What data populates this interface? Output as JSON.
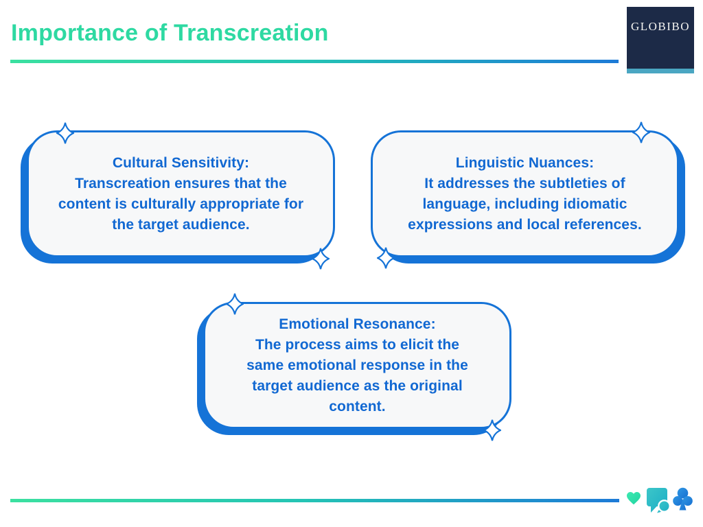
{
  "slide": {
    "title": "Importance of Transcreation",
    "logo": {
      "text": "GLOBIBO"
    },
    "cards": [
      {
        "id": "cultural-sensitivity",
        "heading": "Cultural Sensitivity:",
        "body": [
          "Transcreation ensures that the",
          "content is culturally appropriate for",
          "the target audience."
        ]
      },
      {
        "id": "linguistic-nuances",
        "heading": "Linguistic Nuances:",
        "body": [
          "It addresses the subtleties of",
          "language, including idiomatic",
          "expressions and local references."
        ]
      },
      {
        "id": "emotional-resonance",
        "heading": "Emotional Resonance:",
        "body": [
          "The process aims to elicit the",
          "same emotional response in the",
          "target audience as the original",
          "content."
        ]
      }
    ],
    "footer": {
      "icons": [
        "heart-icon",
        "chat-bubble-icon",
        "club-icon"
      ]
    },
    "decoration": {
      "card_corner": "sparkle-icon"
    },
    "colors": {
      "title_green": "#2ed9a2",
      "card_border_blue": "#1573d7",
      "card_text_blue": "#1168d2",
      "card_fill": "#f7f8f9",
      "logo_navy": "#1c2a47",
      "logo_bar_teal": "#4aa6c2",
      "heart_green": "#2ee0a5",
      "chat_teal": "#29b7c3",
      "club_blue": "#1e80d9",
      "divider_gradient": [
        "#3be0a0",
        "#24c4b4",
        "#1d7ad7"
      ]
    }
  }
}
